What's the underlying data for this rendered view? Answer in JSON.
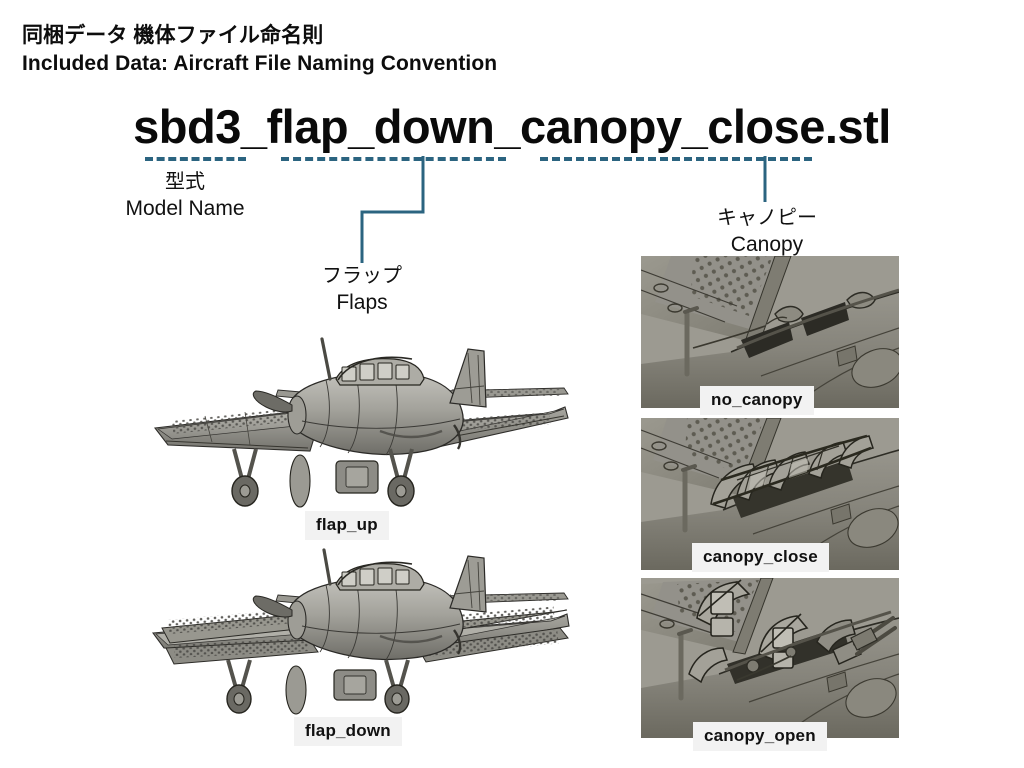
{
  "header": {
    "line_jp": "同梱データ  機体ファイル命名則",
    "line_en": "Included Data: Aircraft File Naming Convention"
  },
  "filename": {
    "text": "sbd3_flap_down_canopy_close.stl"
  },
  "callouts": {
    "model": {
      "jp": "型式",
      "en": "Model Name"
    },
    "flaps": {
      "jp": "フラップ",
      "en": "Flaps"
    },
    "canopy": {
      "jp": "キャノピー",
      "en": "Canopy"
    }
  },
  "figures": [
    {
      "id": "flap_up",
      "caption": "flap_up",
      "alt": "SBD Dauntless 3D render, dive flaps retracted, front three-quarter view"
    },
    {
      "id": "flap_down",
      "caption": "flap_down",
      "alt": "SBD Dauntless 3D render, split dive flaps deployed, front three-quarter view"
    },
    {
      "id": "no_canopy",
      "caption": "no_canopy",
      "alt": "Cockpit fuselage close-up with no canopy fitted"
    },
    {
      "id": "canopy_close",
      "caption": "canopy_close",
      "alt": "Cockpit close-up with canopy framework closed"
    },
    {
      "id": "canopy_open",
      "caption": "canopy_open",
      "alt": "Cockpit close-up with canopy panels slid open and rear gun deployed"
    }
  ],
  "colors": {
    "accent_teal": "#2b6480",
    "text": "#111111",
    "caption_bg": "#f2f2f2",
    "model_light": "#b9b8b2",
    "model_mid": "#8e8d86",
    "model_dark": "#5e5d58",
    "background": "#ffffff"
  }
}
